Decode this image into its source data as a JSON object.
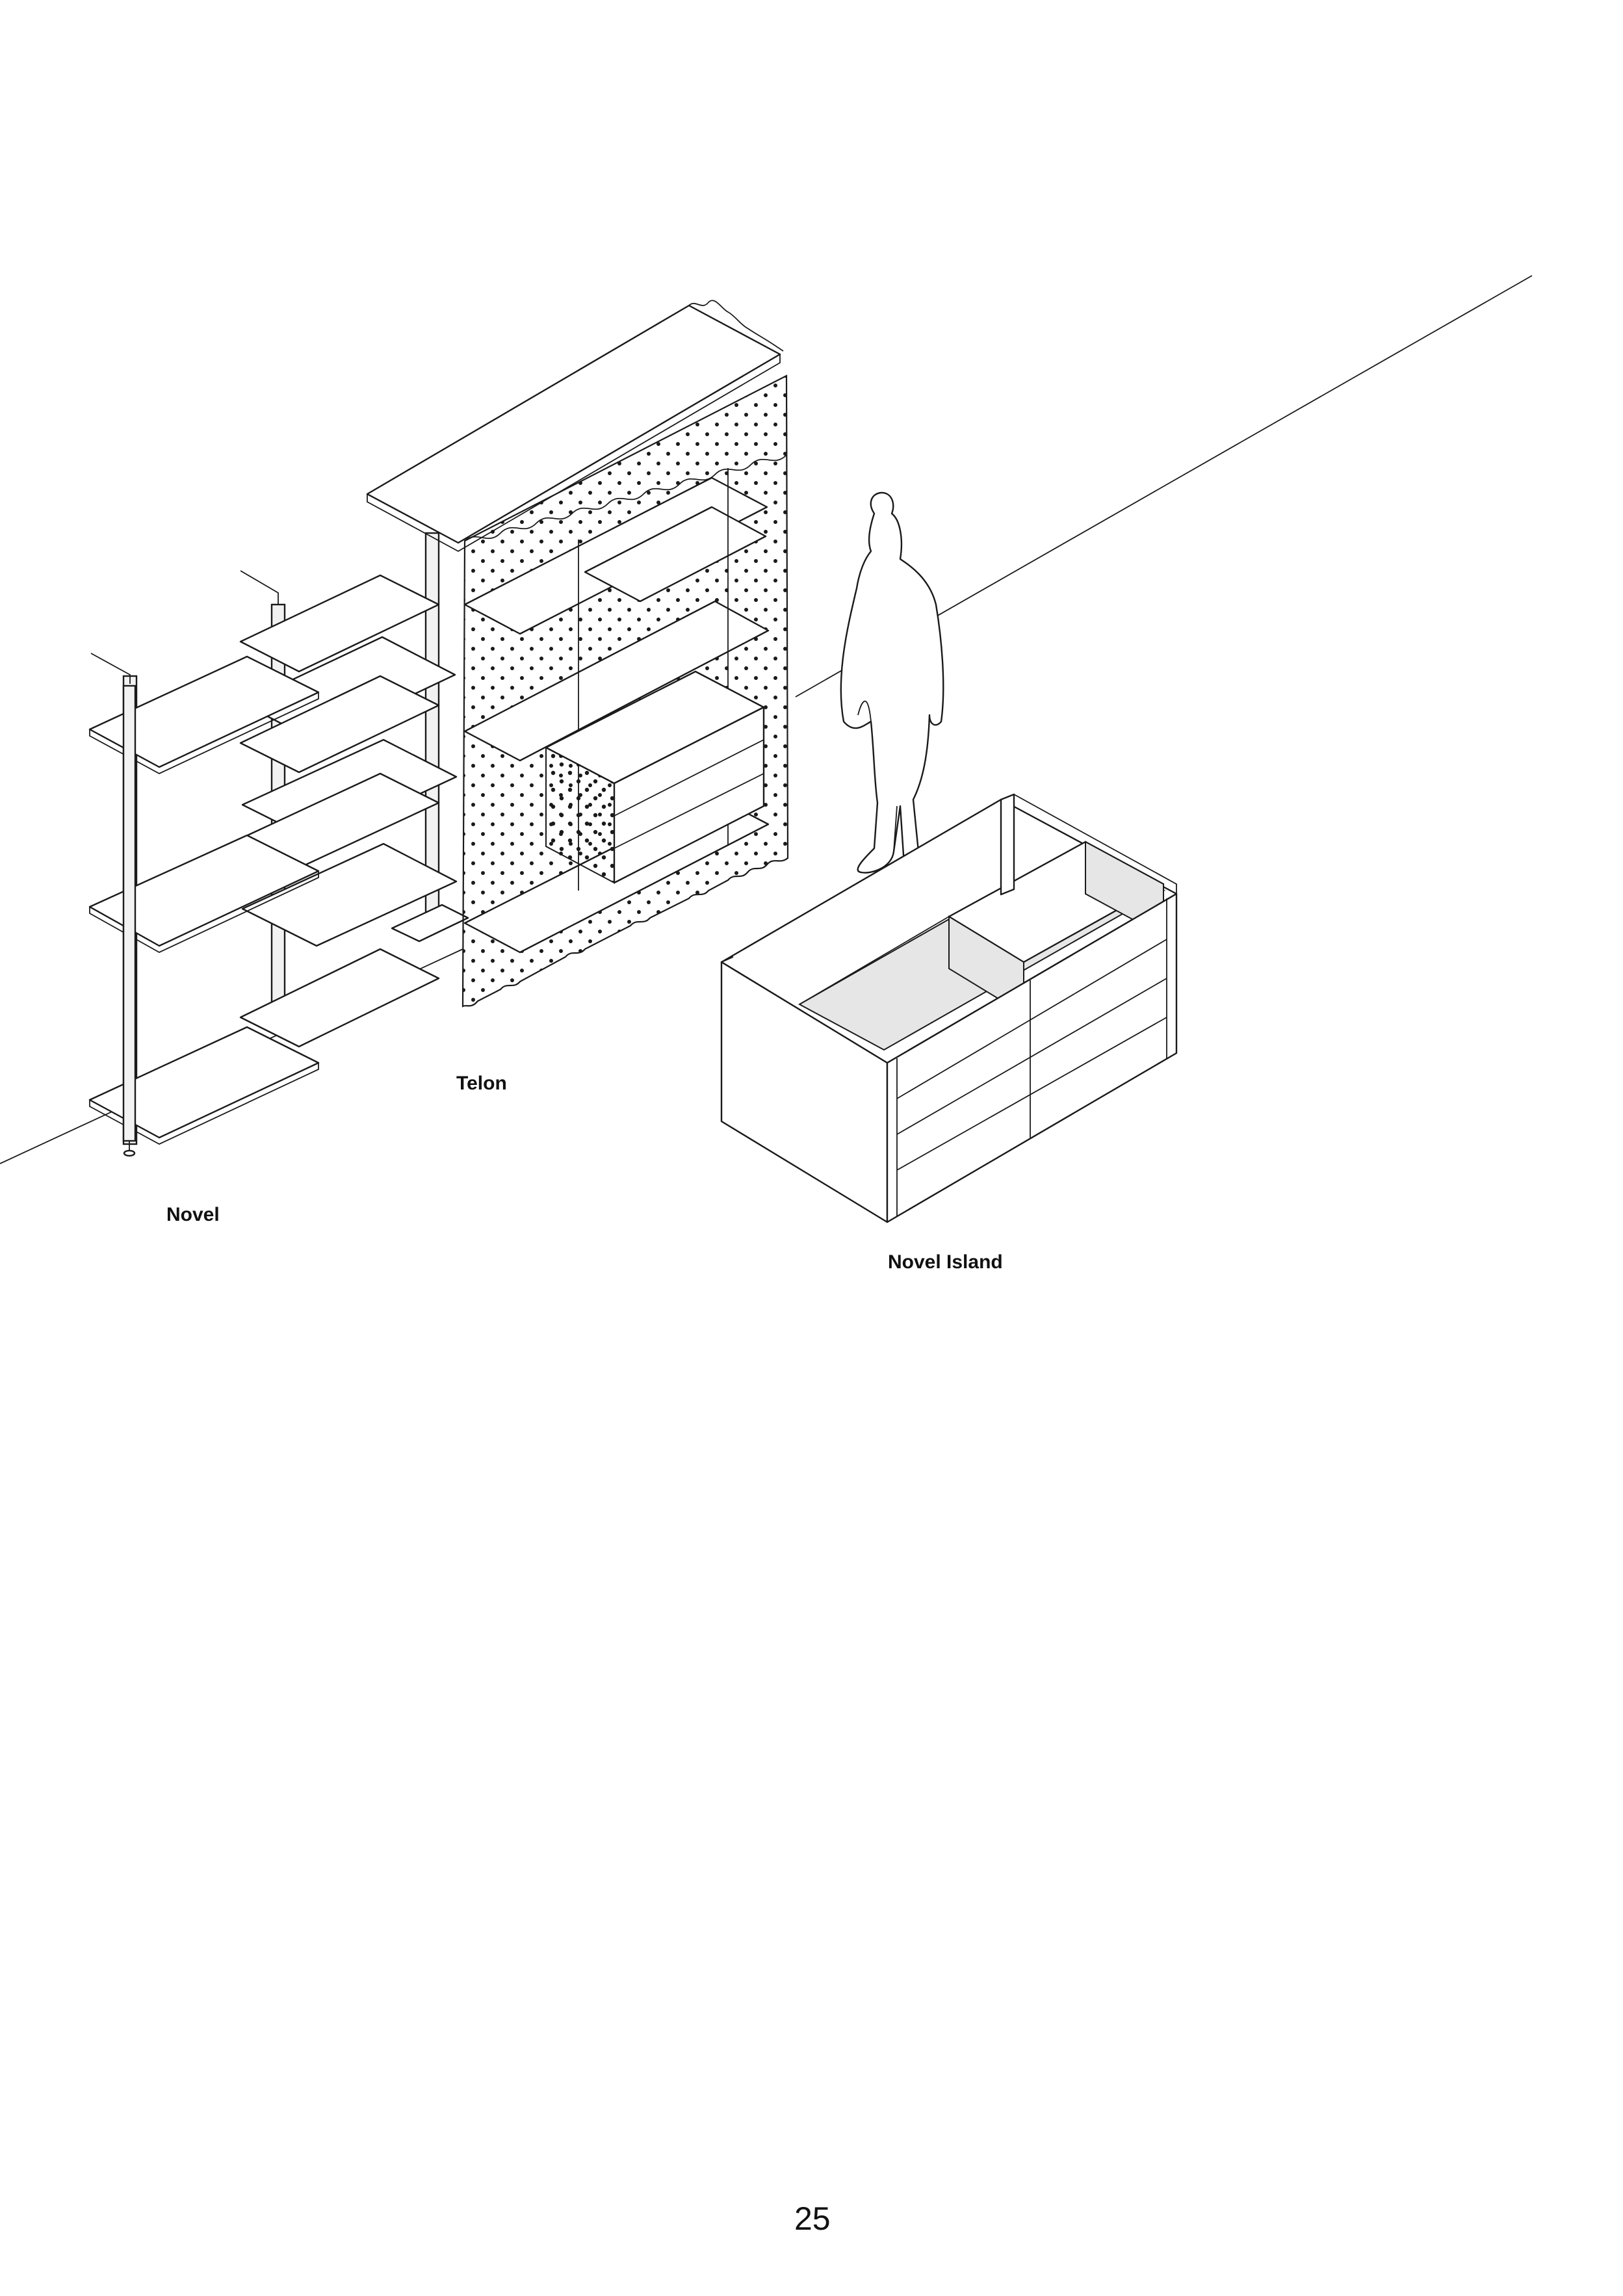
{
  "labels": {
    "novel": "Novel",
    "telon": "Telon",
    "novel_island": "Novel Island"
  },
  "page_number": "25",
  "colors": {
    "ink": "#1a1a1a",
    "paper": "#ffffff",
    "glass": "#e6e6e6"
  }
}
